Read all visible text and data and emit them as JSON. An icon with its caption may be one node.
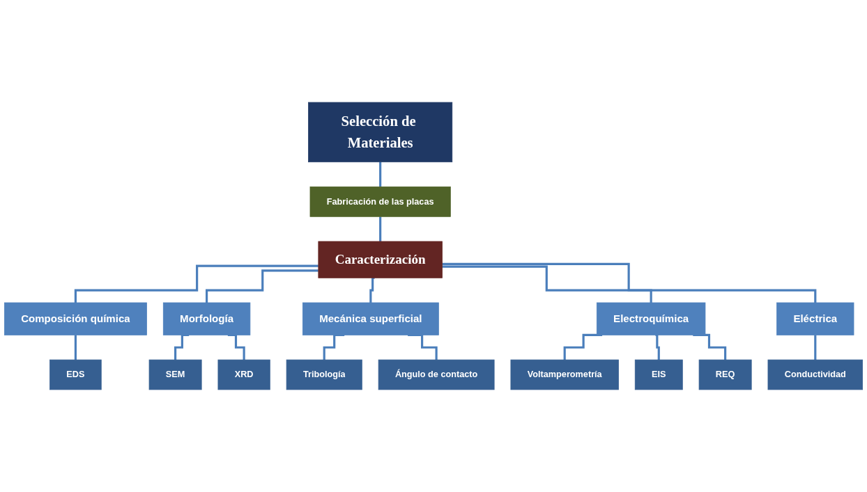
{
  "diagram": {
    "nodes": [
      {
        "text": [
          "Selección de Materiales"
        ]
      },
      {
        "text": [
          "Fabricación de las placas"
        ]
      },
      {
        "text": [
          "Caracterización"
        ]
      },
      {
        "text": [
          "Composición química"
        ]
      },
      {
        "text": [
          "Morfología"
        ]
      },
      {
        "text": [
          "Mecánica superficial"
        ]
      },
      {
        "text": [
          "Electroquímica"
        ]
      },
      {
        "text": [
          "Eléctrica"
        ]
      },
      {
        "text": [
          "EDS"
        ]
      },
      {
        "text": [
          "SEM"
        ]
      },
      {
        "text": [
          "XRD"
        ]
      },
      {
        "text": [
          "Tribología"
        ]
      },
      {
        "text": [
          "Ángulo de contacto"
        ]
      },
      {
        "text": [
          "Voltamperometría"
        ]
      },
      {
        "text": [
          "EIS"
        ]
      },
      {
        "text": [
          "REQ"
        ]
      },
      {
        "text": [
          "Conductividad"
        ]
      }
    ],
    "edges": [
      {
        "from": 0,
        "to": 1,
        "arrow": "none"
      },
      {
        "from": 1,
        "to": 2,
        "arrow": "none"
      },
      {
        "from": 2,
        "to": 3,
        "arrow": "none"
      },
      {
        "from": 2,
        "to": 4,
        "arrow": "none"
      },
      {
        "from": 2,
        "to": 5,
        "arrow": "none"
      },
      {
        "from": 2,
        "to": 6,
        "arrow": "none"
      },
      {
        "from": 2,
        "to": 7,
        "arrow": "none"
      },
      {
        "from": 3,
        "to": 8,
        "arrow": "none"
      },
      {
        "from": 4,
        "to": 9,
        "arrow": "none"
      },
      {
        "from": 4,
        "to": 10,
        "arrow": "none"
      },
      {
        "from": 5,
        "to": 11,
        "arrow": "none"
      },
      {
        "from": 5,
        "to": 12,
        "arrow": "none"
      },
      {
        "from": 6,
        "to": 13,
        "arrow": "none"
      },
      {
        "from": 6,
        "to": 14,
        "arrow": "none"
      },
      {
        "from": 6,
        "to": 15,
        "arrow": "none"
      },
      {
        "from": 7,
        "to": 16,
        "arrow": "none"
      }
    ]
  }
}
